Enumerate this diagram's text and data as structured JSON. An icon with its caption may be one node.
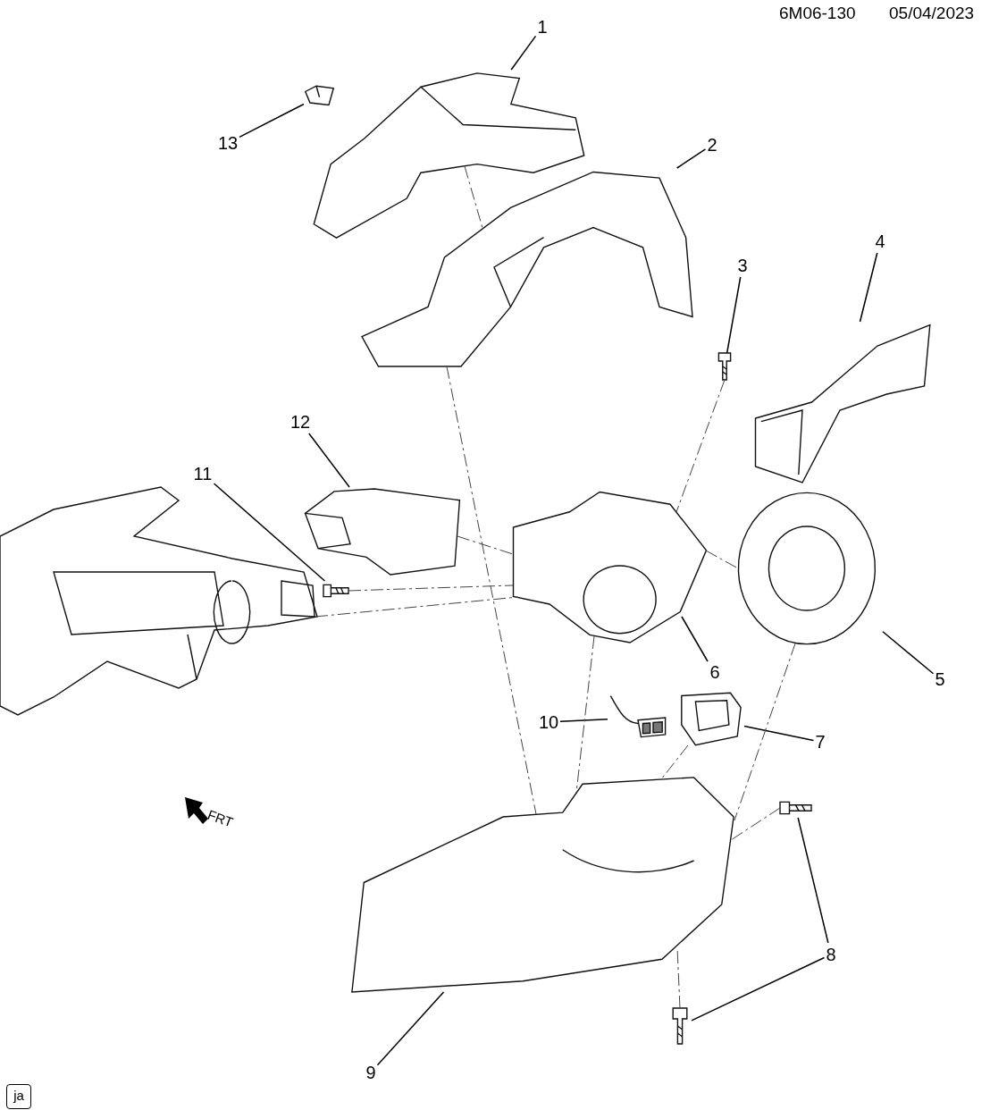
{
  "diagram": {
    "nodes": [
      {
        "text": [
          "1"
        ]
      },
      {
        "text": [
          "2"
        ]
      },
      {
        "text": [
          "3"
        ]
      },
      {
        "text": [
          "4"
        ]
      },
      {
        "text": [
          "5"
        ]
      },
      {
        "text": [
          "6"
        ]
      },
      {
        "text": [
          "7"
        ]
      },
      {
        "text": [
          "8"
        ]
      },
      {
        "text": [
          "9"
        ]
      },
      {
        "text": [
          "10"
        ]
      },
      {
        "text": [
          "11"
        ]
      },
      {
        "text": [
          "12"
        ]
      },
      {
        "text": [
          "13"
        ]
      },
      {
        "text": [],
        "shape": "picture"
      },
      {
        "text": [],
        "shape": "picture"
      },
      {
        "text": [],
        "shape": "picture"
      },
      {
        "text": [],
        "shape": "picture"
      },
      {
        "text": [],
        "shape": "picture"
      },
      {
        "text": [],
        "shape": "picture"
      },
      {
        "text": [],
        "shape": "picture"
      },
      {
        "text": [],
        "shape": "picture"
      },
      {
        "text": [],
        "shape": "picture"
      },
      {
        "text": [],
        "shape": "picture"
      },
      {
        "text": [],
        "shape": "picture"
      },
      {
        "text": [],
        "shape": "picture"
      },
      {
        "text": [],
        "shape": "picture"
      },
      {
        "text": [],
        "shape": "picture"
      },
      {
        "text": [
          "ja"
        ]
      },
      {
        "text": [],
        "shape": "picture"
      }
    ],
    "edges": [
      {
        "from": 0,
        "to": 13,
        "arrow": "none"
      },
      {
        "from": 1,
        "to": 14,
        "arrow": "none"
      },
      {
        "from": 2,
        "to": 15,
        "arrow": "none"
      },
      {
        "from": 3,
        "to": 16,
        "arrow": "none"
      },
      {
        "from": 4,
        "to": 17,
        "arrow": "none"
      },
      {
        "from": 5,
        "to": 18,
        "arrow": "none"
      },
      {
        "from": 6,
        "to": 19,
        "arrow": "none"
      },
      {
        "from": 7,
        "to": 20,
        "arrow": "none"
      },
      {
        "from": 7,
        "to": 21,
        "arrow": "none"
      },
      {
        "from": 8,
        "to": 22,
        "arrow": "none"
      },
      {
        "from": 9,
        "to": 23,
        "arrow": "none"
      },
      {
        "from": 10,
        "to": 24,
        "arrow": "none"
      },
      {
        "from": 11,
        "to": 25,
        "arrow": "none"
      },
      {
        "from": 12,
        "to": 26,
        "arrow": "none"
      },
      {
        "from": 13,
        "to": 14,
        "arrow": "none",
        "style": "dashed"
      },
      {
        "from": 14,
        "to": 22,
        "arrow": "none",
        "style": "dashed"
      },
      {
        "from": 25,
        "to": 18,
        "arrow": "none",
        "style": "dashed"
      },
      {
        "from": 24,
        "to": 18,
        "arrow": "none",
        "style": "dashed"
      },
      {
        "from": 28,
        "to": 18,
        "arrow": "none",
        "style": "dashed"
      },
      {
        "from": 18,
        "to": 17,
        "arrow": "none",
        "style": "dashed"
      },
      {
        "from": 15,
        "to": 18,
        "arrow": "none",
        "style": "dashed"
      },
      {
        "from": 18,
        "to": 22,
        "arrow": "none",
        "style": "dashed"
      },
      {
        "from": 17,
        "to": 22,
        "arrow": "none",
        "style": "dashed"
      },
      {
        "from": 19,
        "to": 22,
        "arrow": "none",
        "style": "dashed"
      },
      {
        "from": 20,
        "to": 22,
        "arrow": "none",
        "style": "dashed"
      },
      {
        "from": 21,
        "to": 22,
        "arrow": "none",
        "style": "dashed"
      }
    ],
    "labels": [
      "6M06-130",
      "05/04/2023",
      "FRT"
    ]
  }
}
